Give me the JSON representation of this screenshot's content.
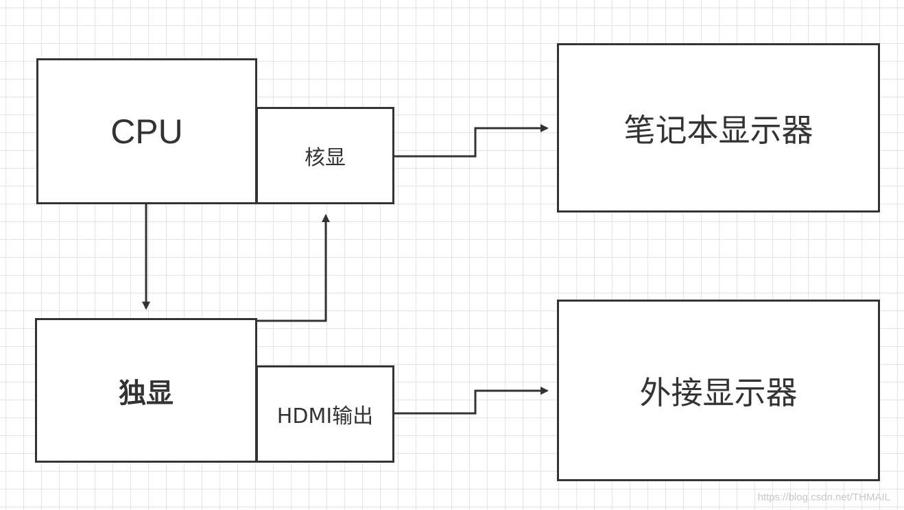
{
  "nodes": {
    "cpu": "CPU",
    "igpu": "核显",
    "laptop_display": "笔记本显示器",
    "dgpu": "独显",
    "hdmi": "HDMI输出",
    "external_display": "外接显示器"
  },
  "watermark": "https://blog.csdn.net/THMAIL",
  "colors": {
    "stroke": "#333333",
    "grid": "#e4e4e4",
    "background": "#ffffff"
  }
}
